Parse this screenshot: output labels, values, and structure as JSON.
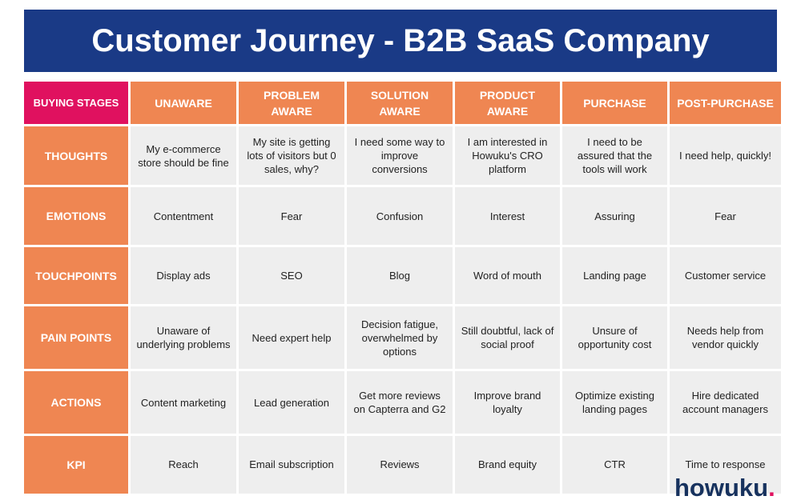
{
  "title": "Customer Journey - B2B SaaS Company",
  "corner_label": "BUYING STAGES",
  "stages": [
    "UNAWARE",
    "PROBLEM AWARE",
    "SOLUTION AWARE",
    "PRODUCT AWARE",
    "PURCHASE",
    "POST-PURCHASE"
  ],
  "rows": [
    {
      "label": "THOUGHTS",
      "cells": [
        "My e-commerce store should be fine",
        "My site is getting lots of visitors but 0 sales, why?",
        "I need some way to improve conversions",
        "I am interested in Howuku's CRO platform",
        "I need to be assured that the tools will work",
        "I need help, quickly!"
      ]
    },
    {
      "label": "EMOTIONS",
      "cells": [
        "Contentment",
        "Fear",
        "Confusion",
        "Interest",
        "Assuring",
        "Fear"
      ]
    },
    {
      "label": "TOUCHPOINTS",
      "cells": [
        "Display ads",
        "SEO",
        "Blog",
        "Word of mouth",
        "Landing page",
        "Customer service"
      ]
    },
    {
      "label": "PAIN POINTS",
      "cells": [
        "Unaware of underlying problems",
        "Need expert help",
        "Decision fatigue, overwhelmed by options",
        "Still doubtful, lack of social proof",
        "Unsure of opportunity cost",
        "Needs help from vendor quickly"
      ]
    },
    {
      "label": "ACTIONS",
      "cells": [
        "Content marketing",
        "Lead generation",
        "Get more reviews on Capterra and G2",
        "Improve brand loyalty",
        "Optimize existing landing pages",
        "Hire dedicated account managers"
      ]
    },
    {
      "label": "KPI",
      "cells": [
        "Reach",
        "Email subscription",
        "Reviews",
        "Brand equity",
        "CTR",
        "Time to response"
      ]
    }
  ],
  "logo": {
    "text": "howuku",
    "dot": "."
  },
  "colors": {
    "title_bg": "#1a3a86",
    "corner": "#e0115f",
    "header": "#ef8652",
    "cell": "#eeeeee"
  }
}
